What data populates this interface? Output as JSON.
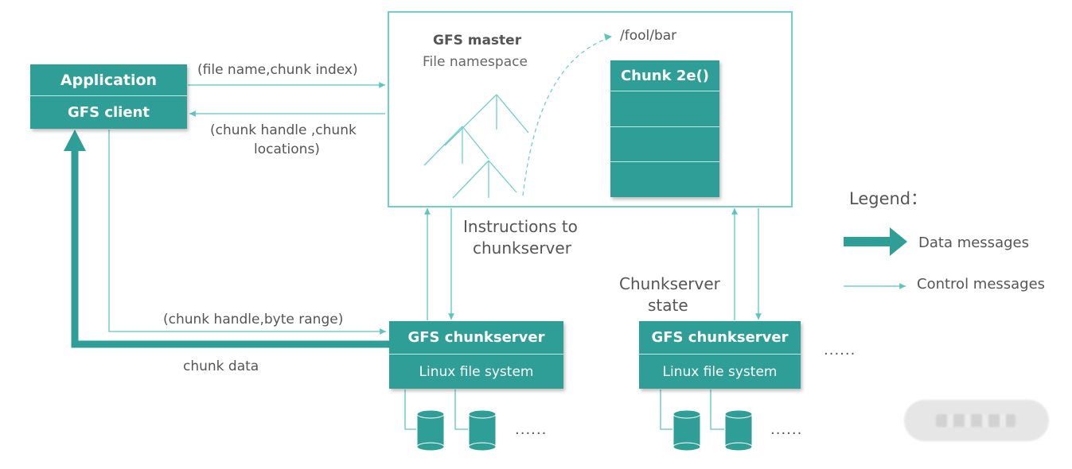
{
  "application": {
    "title": "Application",
    "client": "GFS client"
  },
  "master": {
    "title": "GFS master",
    "namespace": "File namespace",
    "path": "/fool/bar",
    "chunk_title": "Chunk 2e()"
  },
  "messages": {
    "file_request": "(file name,chunk index)",
    "chunk_reply_line1": "(chunk handle ,chunk",
    "chunk_reply_line2": "locations)",
    "instructions_line1": "Instructions to",
    "instructions_line2": "chunkserver",
    "state_line1": "Chunkserver",
    "state_line2": "state",
    "byte_range": "(chunk handle,byte range)",
    "chunk_data": "chunk data"
  },
  "chunkservers": [
    {
      "title": "GFS chunkserver",
      "fs": "Linux file system"
    },
    {
      "title": "GFS chunkserver",
      "fs": "Linux file system"
    }
  ],
  "ellipsis": {
    "servers": "......",
    "disks1": "......",
    "disks2": "......"
  },
  "legend": {
    "title": "Legend：",
    "data": "Data messages",
    "control": "Control messages"
  },
  "colors": {
    "teal": "#2e9e97",
    "light_teal": "#6fcfcb",
    "arrow_thin": "#5cc5c0"
  }
}
